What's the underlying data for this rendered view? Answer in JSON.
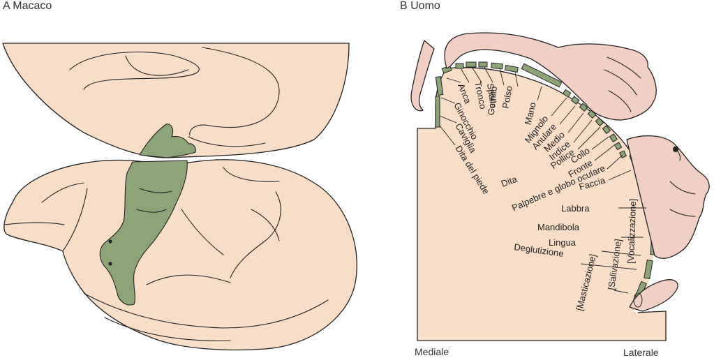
{
  "panels": {
    "a": {
      "title": "A  Macaco"
    },
    "b": {
      "title": "B  Uomo"
    }
  },
  "axis": {
    "medial": "Mediale",
    "lateral": "Laterale"
  },
  "labels": {
    "anca": "Anca",
    "ginocchio": "Ginocchio",
    "caviglia": "Caviglia",
    "dita_piede": "Dita del piede",
    "tronco": "Tronco",
    "spalla": "Spalla",
    "gomito": "Gomito",
    "polso": "Polso",
    "mano": "Mano",
    "mignolo": "Mignolo",
    "anulare": "Anulare",
    "medio": "Medio",
    "indice": "Indice",
    "pollice": "Pollice",
    "collo": "Collo",
    "fronte": "Fronte",
    "dita": "Dita",
    "palpebre": "Palpebre e globo oculare",
    "faccia": "Faccia",
    "labbra": "Labbra",
    "mandibola": "Mandibola",
    "lingua": "Lingua",
    "deglutizione": "Deglutizione",
    "masticazione": "[Masticazione]",
    "salivazione": "[Salivazione]",
    "vocalizzazione": "[Vocalizzazione]"
  },
  "colors": {
    "skin": "#f8ddc7",
    "homunculus": "#8da477",
    "outline": "#222222"
  }
}
